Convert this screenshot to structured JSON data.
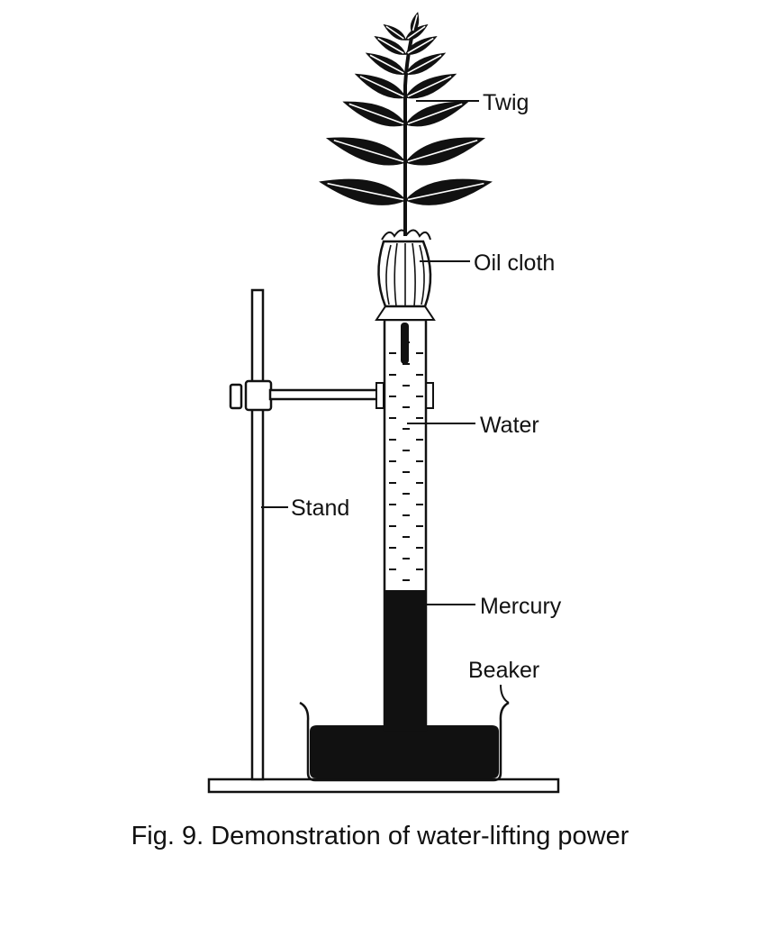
{
  "labels": {
    "twig": "Twig",
    "oil_cloth": "Oil cloth",
    "water": "Water",
    "stand": "Stand",
    "mercury": "Mercury",
    "beaker": "Beaker"
  },
  "caption": "Fig. 9. Demonstration of water-lifting power",
  "colors": {
    "ink": "#111111",
    "background": "#ffffff"
  }
}
